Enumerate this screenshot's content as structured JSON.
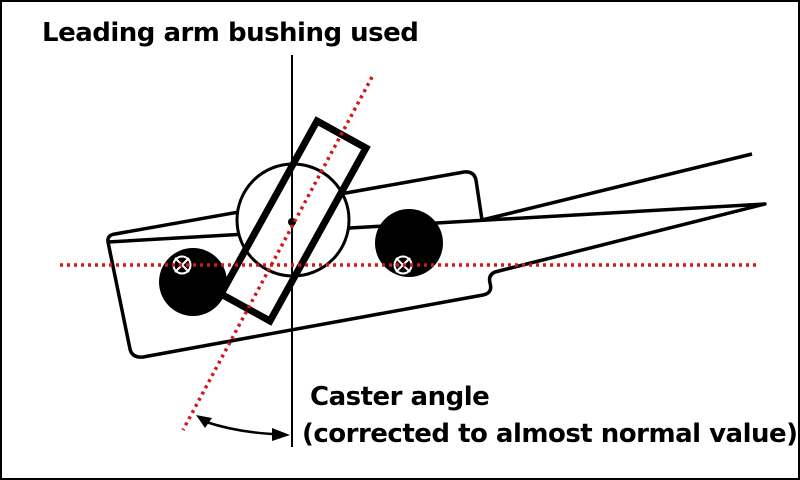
{
  "diagram": {
    "title": "Leading arm bushing used",
    "annotation": {
      "line1": "Caster angle",
      "line2": "(corrected to almost normal value)"
    },
    "colors": {
      "outline": "#000000",
      "reference_line": "#d11919",
      "background": "#ffffff"
    }
  }
}
